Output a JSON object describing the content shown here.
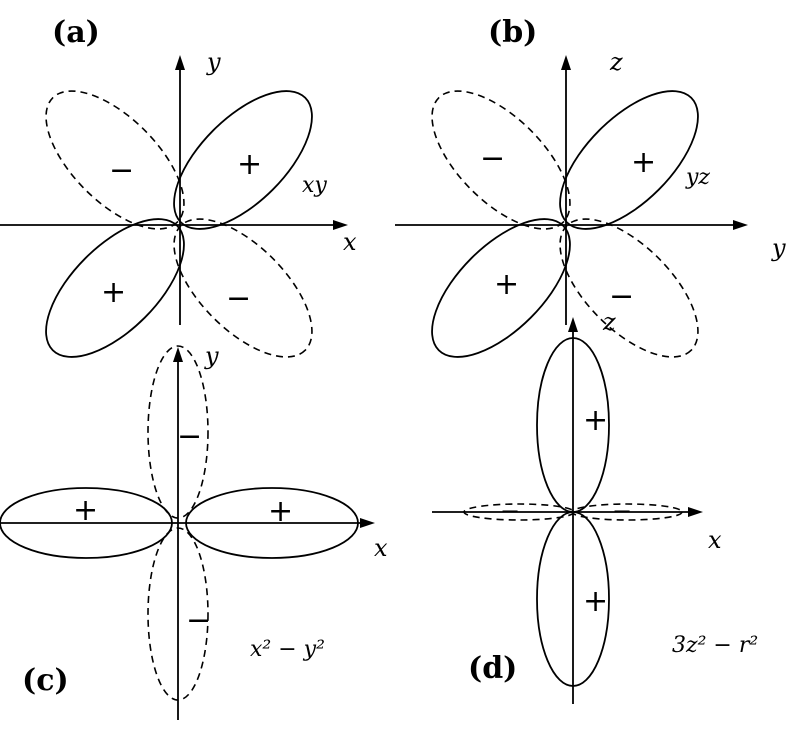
{
  "panels": {
    "a": {
      "label": "(a)",
      "x_axis": "x",
      "y_axis": "y",
      "orbital": "xy",
      "pos_sign": "+",
      "neg_sign": "−"
    },
    "b": {
      "label": "(b)",
      "x_axis": "y",
      "y_axis": "z",
      "orbital": "yz",
      "pos_sign": "+",
      "neg_sign": "−"
    },
    "c": {
      "label": "(c)",
      "x_axis": "x",
      "y_axis": "y",
      "orbital": "x² − y²",
      "pos_sign": "+",
      "neg_sign": "−"
    },
    "d": {
      "label": "(d)",
      "x_axis": "x",
      "y_axis": "z",
      "orbital": "3z² − r²",
      "pos_sign": "+",
      "neg_sign": "−"
    }
  }
}
